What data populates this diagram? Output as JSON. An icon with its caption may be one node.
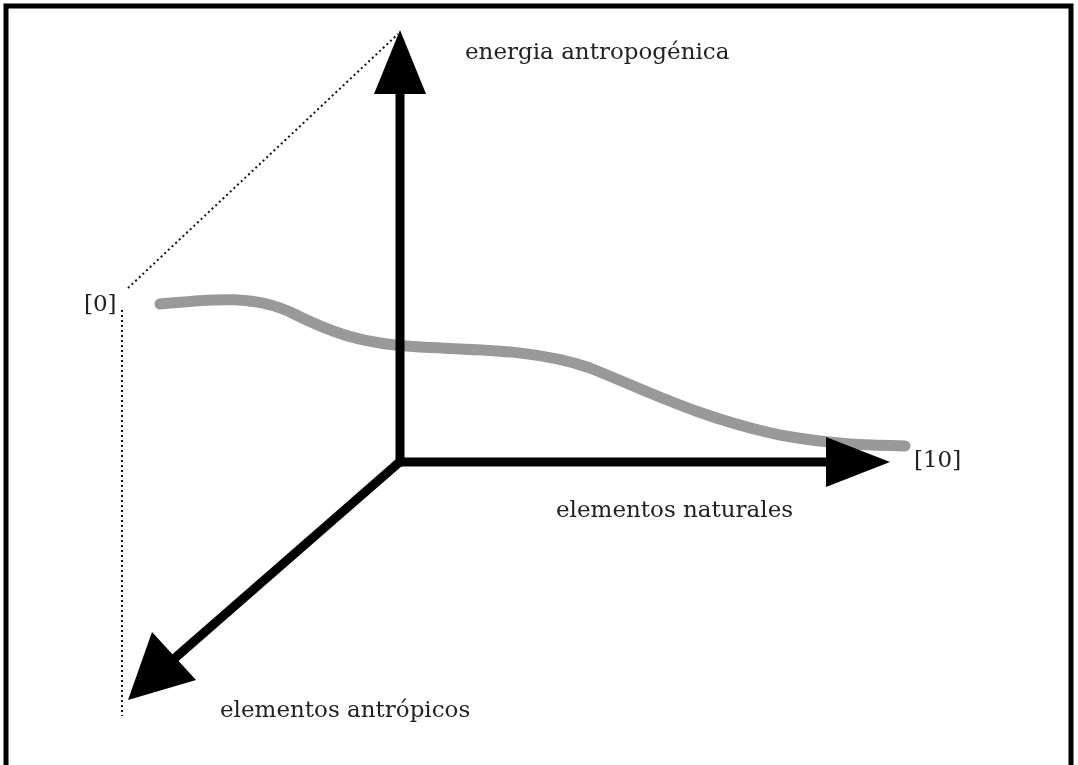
{
  "diagram": {
    "labels": [
      "energia antropogénica",
      "[0]",
      "[10]",
      "elementos naturales",
      "elementos antrópicos"
    ]
  }
}
